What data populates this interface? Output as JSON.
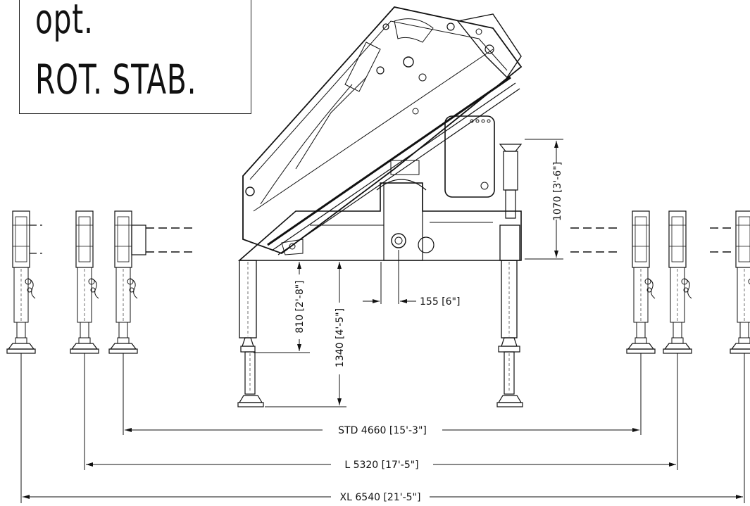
{
  "label": {
    "line1": "opt.",
    "line2": "ROT. STAB."
  },
  "dimensions": {
    "height_1070": "1070 [3'-6\"]",
    "offset_155": "155 [6\"]",
    "height_810": "810 [2'-8\"]",
    "height_1340": "1340 [4'-5\"]",
    "span_std": "STD 4660 [15'-3\"]",
    "span_l": "L 5320 [17'-5\"]",
    "span_xl": "XL 6540 [21'-5\"]"
  },
  "colors": {
    "line": "#111111",
    "background": "#ffffff"
  }
}
